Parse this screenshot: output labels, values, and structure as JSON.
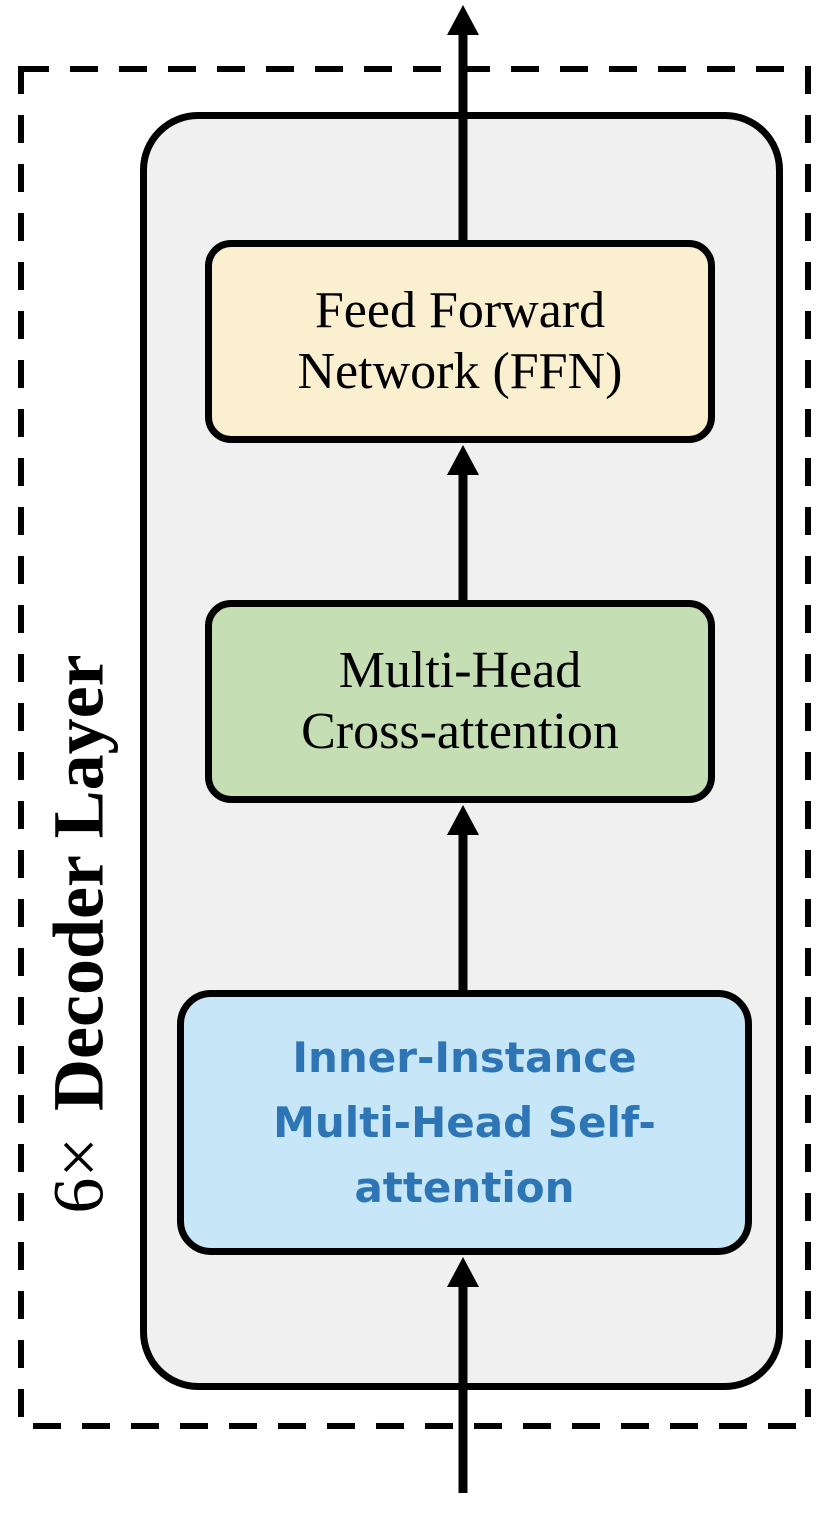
{
  "diagram": {
    "title": "Decoder Layer",
    "side_label": {
      "repeat": "6×",
      "title": "Decoder Layer"
    },
    "blocks": {
      "ffn": {
        "label": "Feed Forward Network (FFN)",
        "lines": [
          "Feed Forward",
          "Network (FFN)"
        ]
      },
      "cross_attention": {
        "label": "Multi-Head Cross-attention",
        "lines": [
          "Multi-Head",
          "Cross-attention"
        ]
      },
      "self_attention": {
        "label": "Inner-Instance Multi-Head Self-attention",
        "lines": [
          "Inner-Instance",
          "Multi-Head Self-",
          "attention"
        ]
      }
    },
    "arrows": [
      "input-to-self-attention",
      "self-attention-to-cross-attention",
      "cross-attention-to-ffn",
      "ffn-to-output"
    ],
    "colors": {
      "ffn_fill": "#FAF0D0",
      "cross_attention_fill": "#C6DEB4",
      "self_attention_fill": "#C7E6F7",
      "self_attention_text": "#2E75B6",
      "decoder_body_fill": "#F0F0F0",
      "outline": "#000000"
    }
  }
}
